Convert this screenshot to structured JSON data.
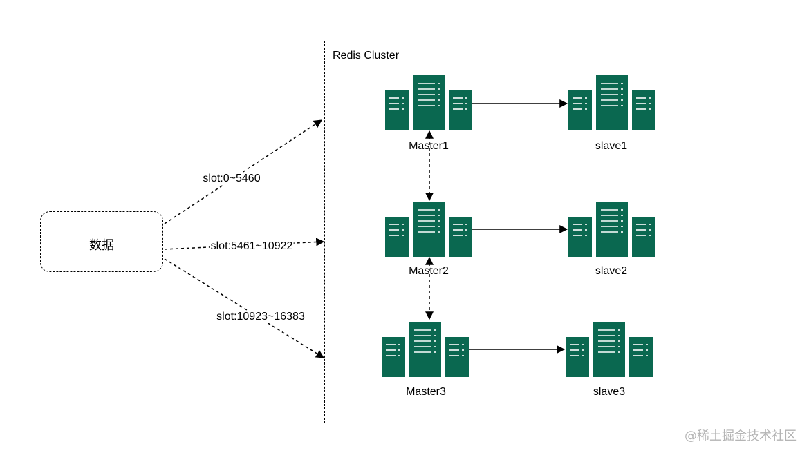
{
  "data_node": {
    "label": "数据"
  },
  "cluster": {
    "title": "Redis Cluster"
  },
  "slots": [
    {
      "label": "slot:0~5460"
    },
    {
      "label": "slot:5461~10922"
    },
    {
      "label": "slot:10923~16383"
    }
  ],
  "masters": [
    {
      "label": "Master1"
    },
    {
      "label": "Master2"
    },
    {
      "label": "Master3"
    }
  ],
  "slaves": [
    {
      "label": "slave1"
    },
    {
      "label": "slave2"
    },
    {
      "label": "slave3"
    }
  ],
  "server_icon": {
    "name": "server-rack-icon",
    "color": "#0a6850"
  },
  "watermark": "@稀土掘金技术社区"
}
